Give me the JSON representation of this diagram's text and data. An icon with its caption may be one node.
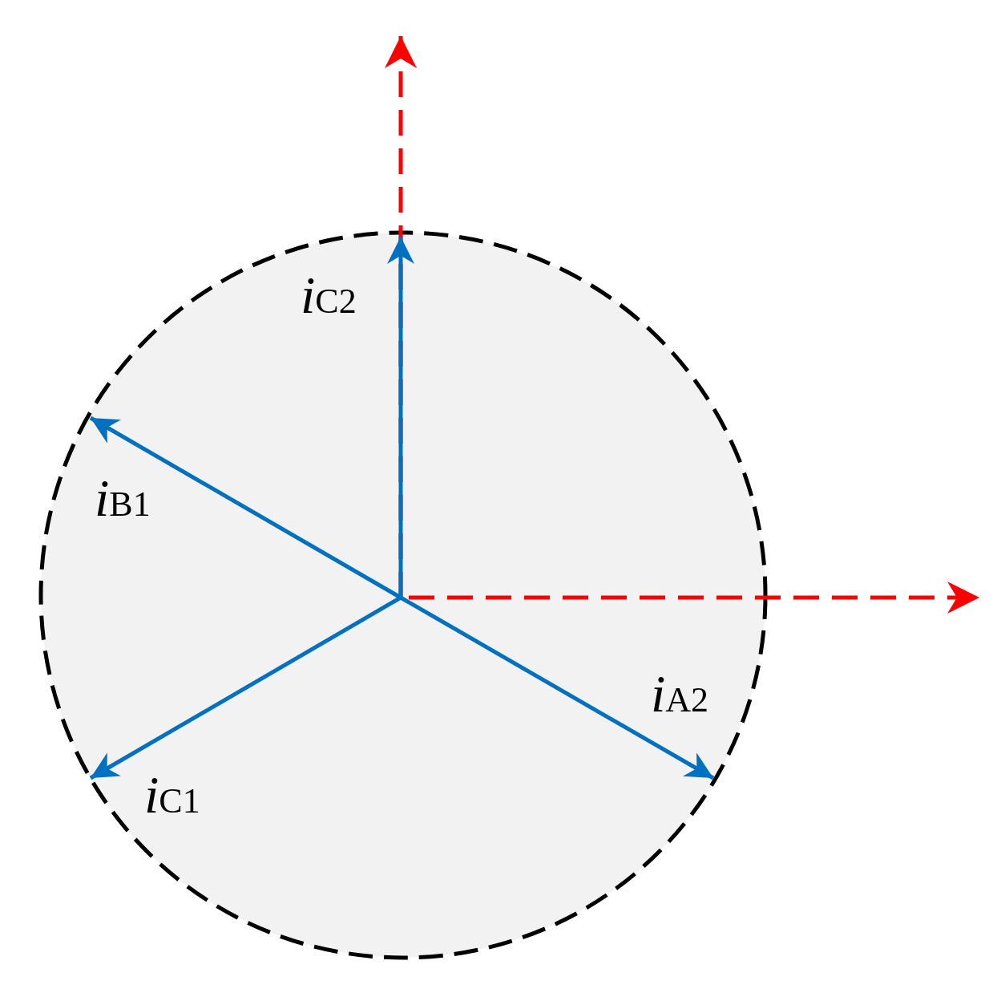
{
  "diagram": {
    "labels": [
      "*i*$_{C2}$",
      "*i*$_{B1}$",
      "*i*$_{A2}$",
      "*i*$_{C1}$"
    ]
  }
}
